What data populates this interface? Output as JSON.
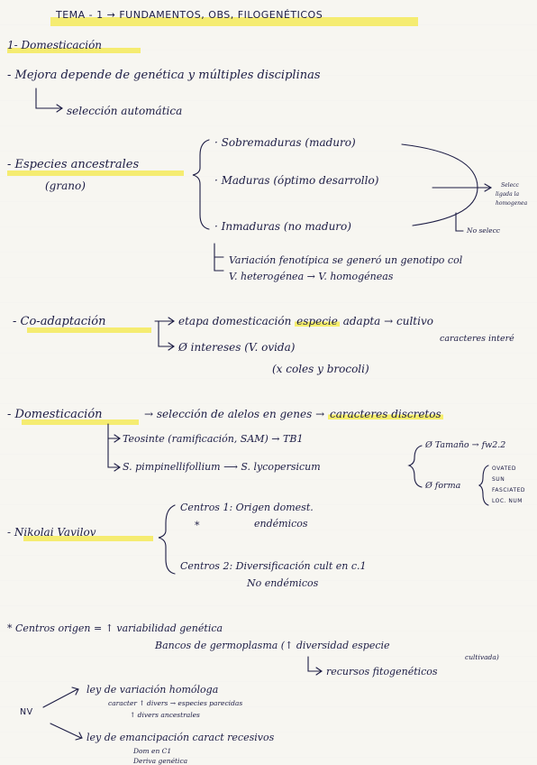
{
  "title": "TEMA - 1 → FUNDAMENTOS, OBS, FILOGENÉTICOS",
  "section1": {
    "heading": "1- Domesticación",
    "mejora": "- Mejora depende de genética y múltiples disciplinas",
    "seleccion": "selección automática"
  },
  "especies": {
    "label": "- Especies ancestrales",
    "sub": "(grano)",
    "sobremaduras": "· Sobremaduras (maduro)",
    "maduras": "· Maduras (óptimo desarrollo)",
    "inmaduras": "· Inmaduras (no maduro)",
    "selecc_1": "Selecc",
    "selecc_2": "ligada la",
    "selecc_3": "homogenea",
    "no_selecc": "No selecc",
    "variacion": "Variación fenotípica se generó un genotipo col",
    "v_hetero": "V. heterogénea → V. homogéneas"
  },
  "coadaptacion": {
    "label": "- Co-adaptación",
    "etapa_1": "etapa domesticación",
    "etapa_hl": "especie",
    "etapa_2": "adapta → cultivo",
    "caracteres": "caracteres interé",
    "intereses": "Ø intereses (V. ovida)",
    "coles": "(x coles y brocoli)"
  },
  "domesticacion": {
    "label": "- Domesticación",
    "seleccion_1": "→ selección de alelos en genes →",
    "seleccion_hl": "caracteres discretos",
    "teosinte": "Teosinte (ramificación, SAM) → TB1",
    "pimpinelli": "S. pimpinellifollium ⟶ S. lycopersicum",
    "tamano": "Ø Tamaño → fw2.2",
    "forma": "Ø forma",
    "forma_items": [
      "OVATED",
      "SUN",
      "FASCIATED",
      "LOC. NUM"
    ]
  },
  "vavilov": {
    "label": "- Nikolai Vavilov",
    "centros1_a": "Centros 1: Origen domest.",
    "centros1_b": "endémicos",
    "asterisk": "*",
    "centros2_a": "Centros 2: Diversificación cult en c.1",
    "centros2_b": "No endémicos"
  },
  "centros_origen": {
    "line1": "* Centros origen = ↑ variabilidad genética",
    "line2": "Bancos de germoplasma (↑ diversidad especie",
    "line2b": "cultivada)",
    "line3": "recursos fitogenéticos"
  },
  "nv": {
    "label": "NV",
    "ley1": "ley de variación homóloga",
    "ley1_sub1": "caracter ↑ divers → especies parecidas",
    "ley1_sub2": "↑ divers ancestrales",
    "ley2": "ley de emancipación caract recesivos",
    "ley2_sub1": "Dom en C1",
    "ley2_sub2": "Deriva genética"
  }
}
